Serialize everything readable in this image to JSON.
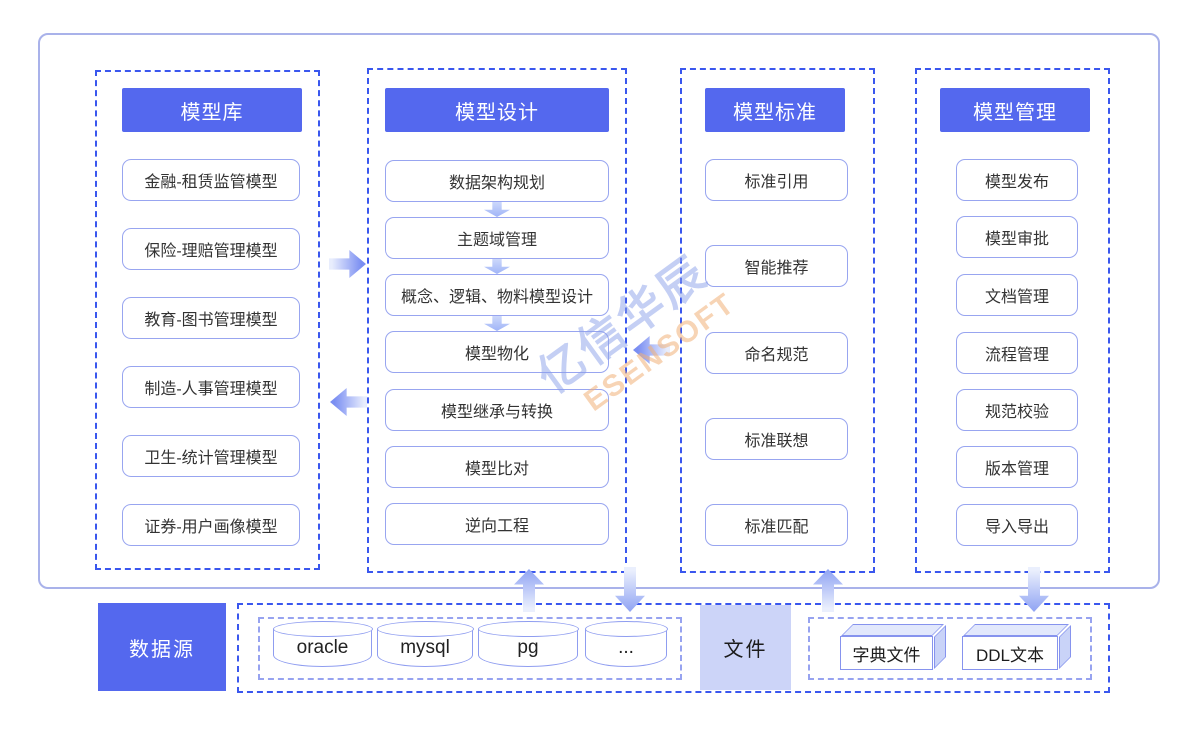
{
  "watermark": {
    "line1": "亿信华辰",
    "line2": "ESENSOFT"
  },
  "columns": [
    {
      "title": "模型库",
      "items": [
        "金融-租赁监管模型",
        "保险-理赔管理模型",
        "教育-图书管理模型",
        "制造-人事管理模型",
        "卫生-统计管理模型",
        "证券-用户画像模型"
      ]
    },
    {
      "title": "模型设计",
      "items": [
        "数据架构规划",
        "主题域管理",
        "概念、逻辑、物料模型设计",
        "模型物化",
        "模型继承与转换",
        "模型比对",
        "逆向工程"
      ]
    },
    {
      "title": "模型标准",
      "items": [
        "标准引用",
        "智能推荐",
        "命名规范",
        "标准联想",
        "标准匹配"
      ]
    },
    {
      "title": "模型管理",
      "items": [
        "模型发布",
        "模型审批",
        "文档管理",
        "流程管理",
        "规范校验",
        "版本管理",
        "导入导出"
      ]
    }
  ],
  "bottom": {
    "datasource": "数据源",
    "databases": [
      "oracle",
      "mysql",
      "pg",
      "..."
    ],
    "file": "文件",
    "file_types": [
      "字典文件",
      "DDL文本"
    ]
  },
  "colors": {
    "header_blue": "#5468ee",
    "strong_dash_blue": "#3a57ee",
    "light_dash_blue": "#97a3f0",
    "item_border": "#98a5f0",
    "container_border": "#a9b2ea",
    "file_box_bg": "#ccd4f8",
    "watermark_cn": "#89a0e9",
    "watermark_en": "#f0b078"
  }
}
